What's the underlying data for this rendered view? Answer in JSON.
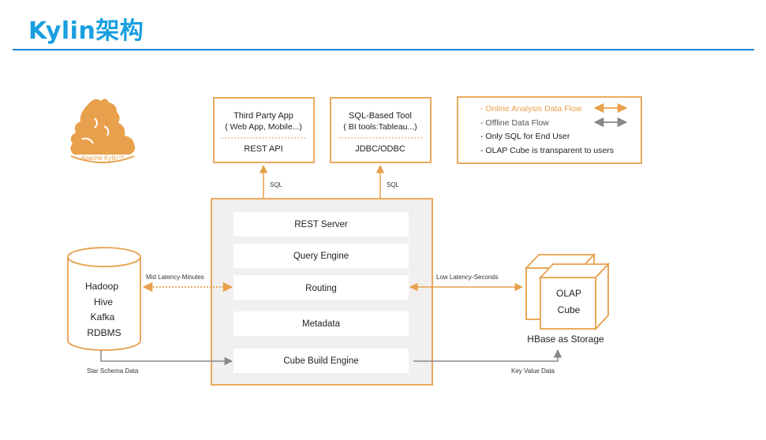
{
  "header": {
    "title": "Kylin架构"
  },
  "logo": {
    "caption": "Apache Kylin™"
  },
  "clients": [
    {
      "name": "Third Party App",
      "detail": "( Web App, Mobile...)",
      "interface": "REST API"
    },
    {
      "name": "SQL-Based Tool",
      "detail": "( BI tools:Tableau...)",
      "interface": "JDBC/ODBC"
    }
  ],
  "legend": {
    "online": "- Online Analysis Data Flow",
    "offline": "- Offline Data Flow",
    "note1": "- Only SQL for End User",
    "note2": "- OLAP Cube is transparent to users"
  },
  "server_modules": [
    "REST Server",
    "Query Engine",
    "Routing",
    "Metadata",
    "Cube Build Engine"
  ],
  "sources": {
    "items": [
      "Hadoop",
      "Hive",
      "Kafka",
      "RDBMS"
    ]
  },
  "storage": {
    "cube_line1": "OLAP",
    "cube_line2": "Cube",
    "caption": "HBase  as Storage"
  },
  "edges": {
    "sql_left": "SQL",
    "sql_right": "SQL",
    "mid_latency": "Mid Latency-Minutes",
    "low_latency": "Low Latency-Seconds",
    "star_schema": "Star Schema Data",
    "key_value": "Key Value Data"
  },
  "colors": {
    "accent": "#e8a04c",
    "offline": "#777777",
    "title": "#1a9fe0",
    "panel": "#f2f0ef"
  }
}
